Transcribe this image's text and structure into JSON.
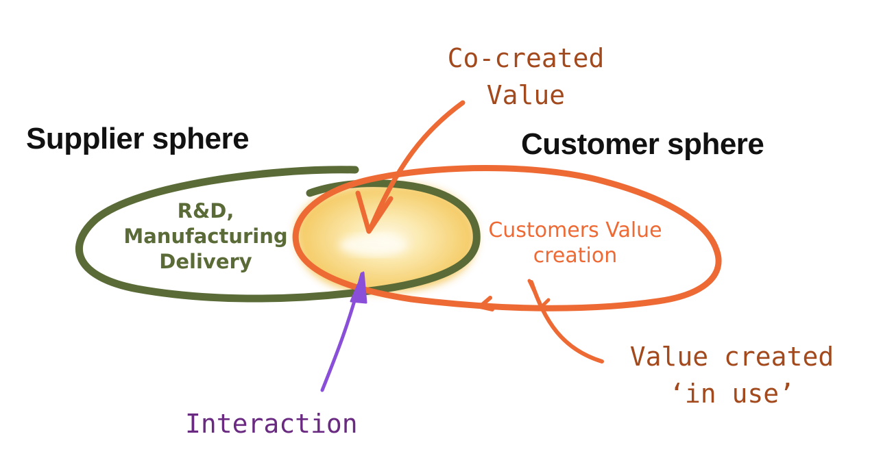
{
  "supplier_sphere": {
    "title": "Supplier sphere",
    "activities": [
      "R&D,",
      "Manufacturing",
      "Delivery"
    ],
    "color": "#5a6b37"
  },
  "customer_sphere": {
    "title": "Customer sphere",
    "activities": [
      "Customers Value",
      "creation"
    ],
    "color": "#ee6a35"
  },
  "co_created": {
    "lines": [
      "Co-created",
      "Value"
    ],
    "color": "#a24a1d"
  },
  "value_in_use": {
    "lines": [
      "Value created",
      "‘in use’"
    ],
    "color": "#a24a1d"
  },
  "interaction": {
    "label": "Interaction",
    "color": "#6a2a82"
  },
  "overlap_color": "#f2c24d"
}
